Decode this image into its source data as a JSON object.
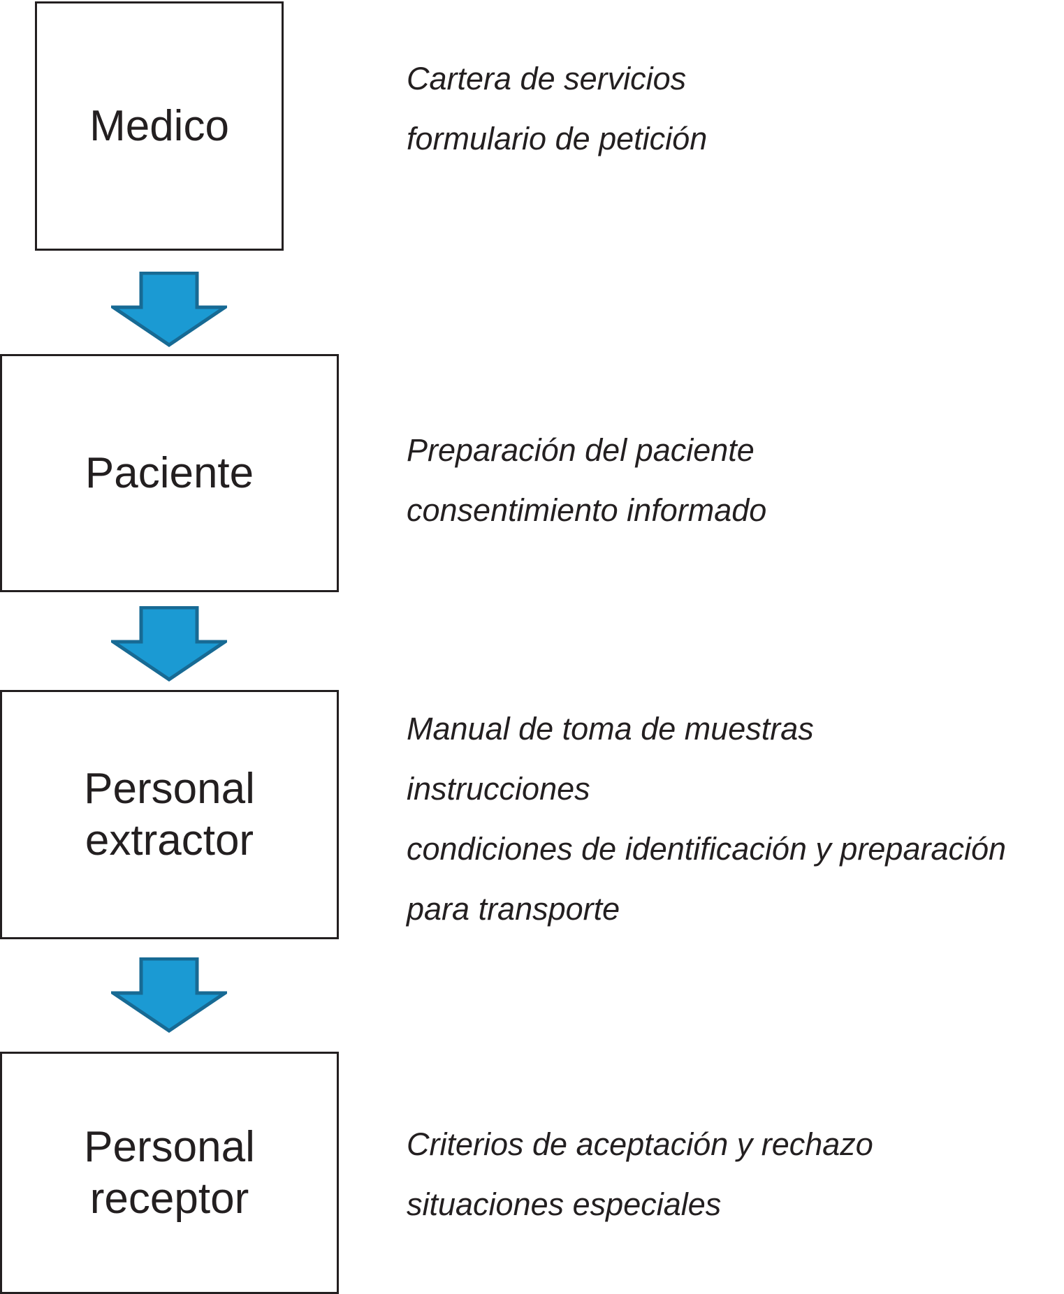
{
  "colors": {
    "arrow_fill": "#1b9ad3",
    "arrow_stroke": "#176a94",
    "border": "#231f20"
  },
  "steps": [
    {
      "label_lines": [
        "Medico"
      ],
      "notes": [
        "Cartera de servicios",
        "formulario de petición"
      ]
    },
    {
      "label_lines": [
        "Paciente"
      ],
      "notes": [
        "Preparación del paciente",
        "consentimiento informado"
      ]
    },
    {
      "label_lines": [
        "Personal",
        "extractor"
      ],
      "notes": [
        "Manual de toma de muestras",
        "instrucciones",
        "condiciones de identificación y preparación",
        "para transporte"
      ]
    },
    {
      "label_lines": [
        "Personal",
        "receptor"
      ],
      "notes": [
        "Criterios de aceptación y rechazo",
        "situaciones especiales"
      ]
    }
  ],
  "connectors": [
    "down-arrow-icon",
    "down-arrow-icon",
    "down-arrow-icon"
  ]
}
